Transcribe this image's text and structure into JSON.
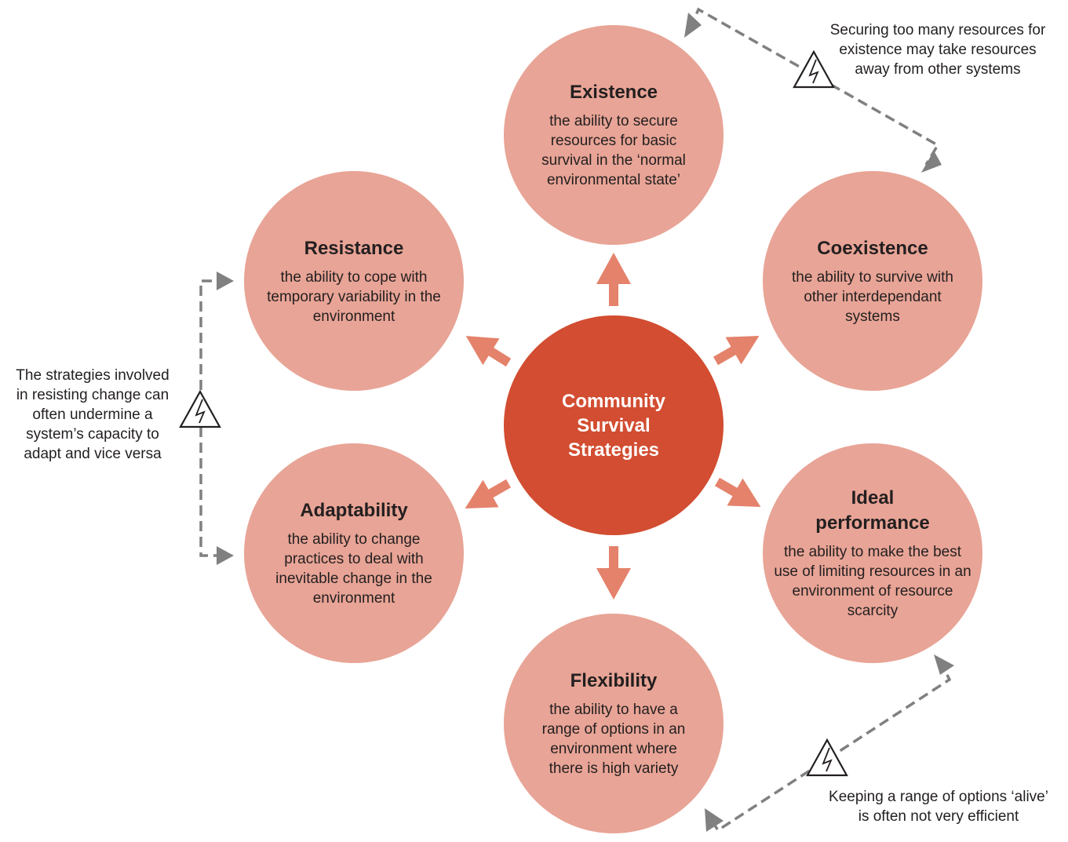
{
  "center": {
    "title": "Community\nSurvival\nStrategies"
  },
  "circles": {
    "existence": {
      "title": "Existence",
      "desc": "the ability to secure resources for basic survival in the ‘normal environmental state’"
    },
    "resistance": {
      "title": "Resistance",
      "desc": "the ability to cope with temporary variability in the environment"
    },
    "coexistence": {
      "title": "Coexistence",
      "desc": "the ability to survive with other interdependant systems"
    },
    "adaptability": {
      "title": "Adaptability",
      "desc": "the ability to change practices to deal with inevitable change in the environment"
    },
    "ideal_performance": {
      "title": "Ideal performance",
      "desc": "the ability to make the best use of limiting resources in an environment of resource scarcity"
    },
    "flexibility": {
      "title": "Flexibility",
      "desc": "the ability to have a range of options in an environment where there is high variety"
    }
  },
  "notes": {
    "top_right": "Securing too many resources for\nexistence may take resources\naway from other systems",
    "left": "The strategies involved\nin resisting change can\noften undermine a\nsystem’s capacity to\nadapt and vice versa",
    "bottom_right": "Keeping a range of options ‘alive’\nis often not very efficient"
  },
  "colors": {
    "center_fill": "#d24d31",
    "circle_fill": "#e8a496",
    "arrow": "#e4826b",
    "dashed_connector": "#808080",
    "text": "#231f20"
  },
  "icons": {
    "warning": "warning-triangle-lightning-icon"
  }
}
